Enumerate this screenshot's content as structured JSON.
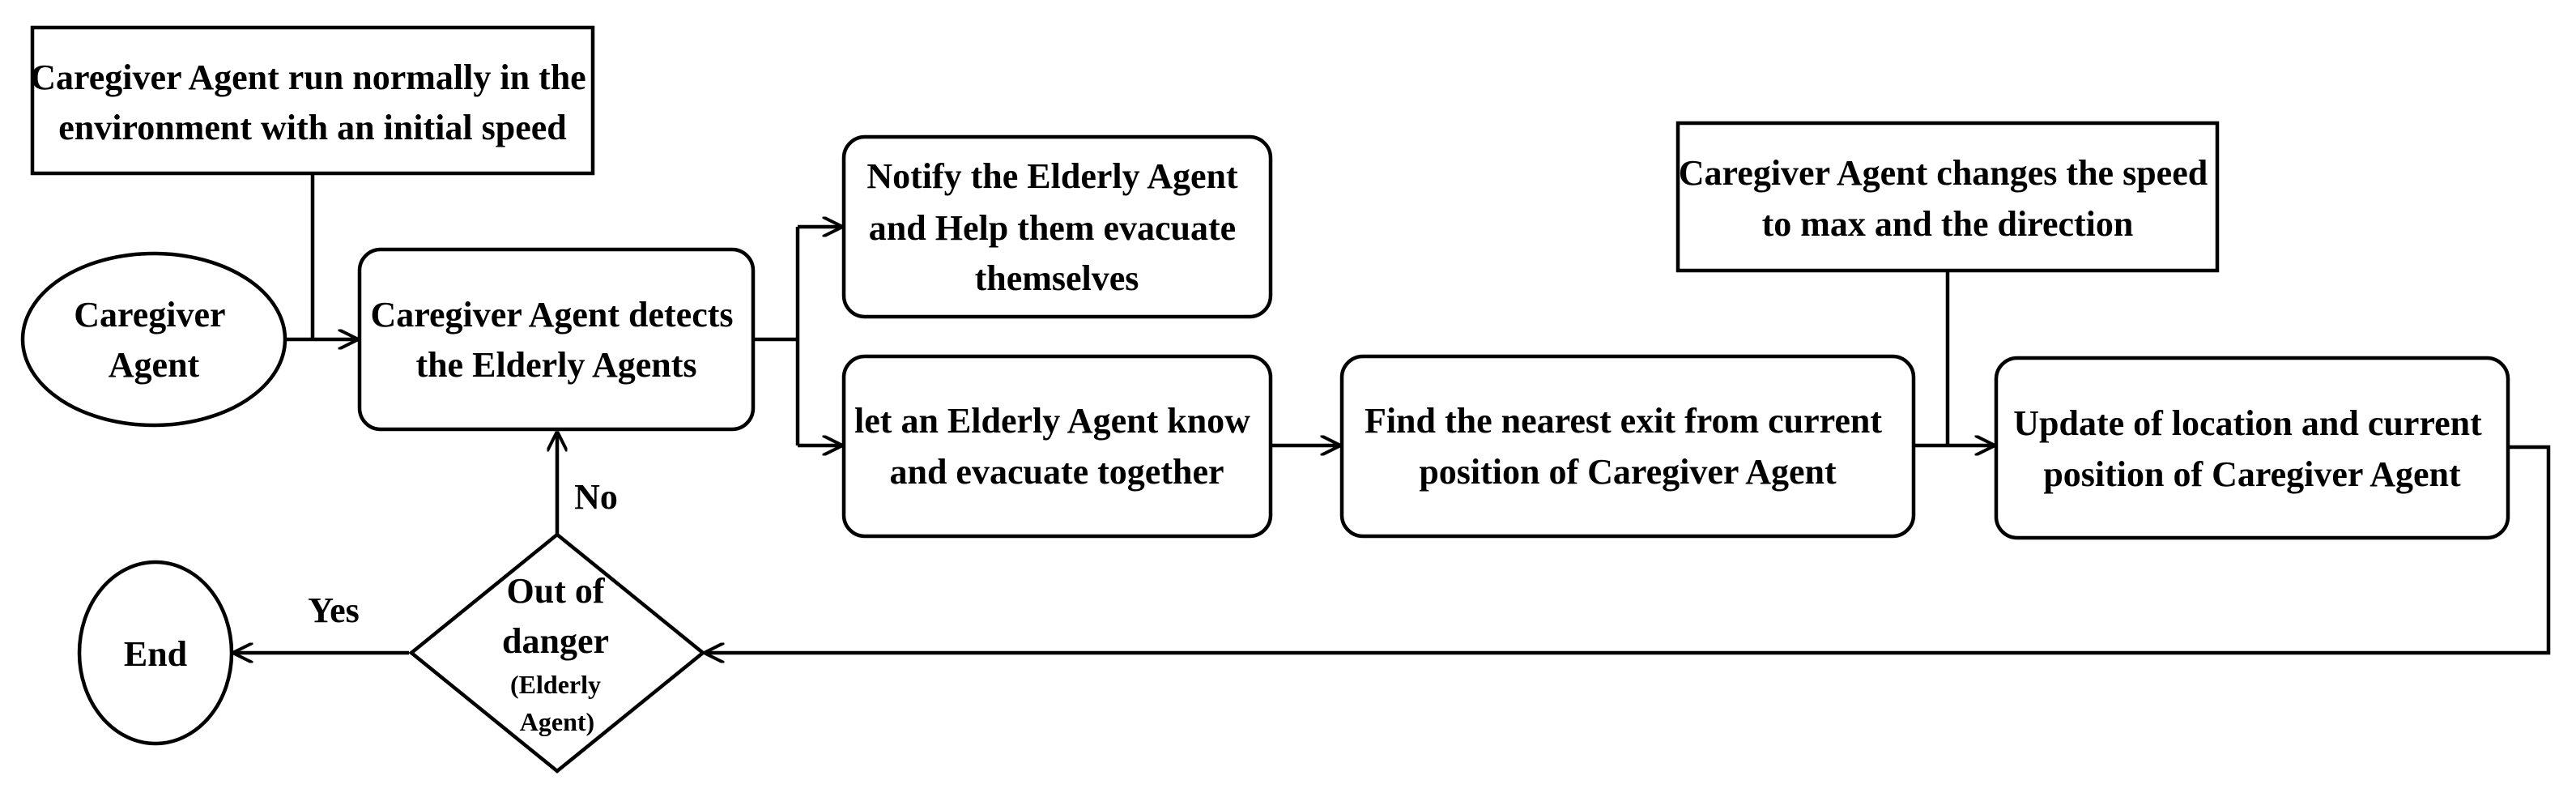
{
  "diagram": {
    "nodes": {
      "caregiver_agent": [
        "Caregiver",
        "Agent"
      ],
      "initial_speed": [
        "Caregiver Agent run normally in the",
        "environment with an initial speed"
      ],
      "detects": [
        "Caregiver Agent detects",
        "the Elderly Agents"
      ],
      "notify": [
        "Notify the Elderly Agent",
        "and Help them evacuate",
        "themselves"
      ],
      "let_know": [
        "let an Elderly Agent know",
        "and evacuate together"
      ],
      "nearest_exit": [
        "Find the nearest exit from current",
        "position of Caregiver Agent"
      ],
      "change_speed": [
        "Caregiver Agent changes the speed",
        "to max and the direction"
      ],
      "update_location": [
        "Update of location and current",
        "position of Caregiver Agent"
      ],
      "out_of_danger": [
        "Out of",
        "danger",
        "(Elderly",
        "Agent)"
      ],
      "end": [
        "End"
      ]
    },
    "edge_labels": {
      "yes": "Yes",
      "no": "No"
    }
  }
}
